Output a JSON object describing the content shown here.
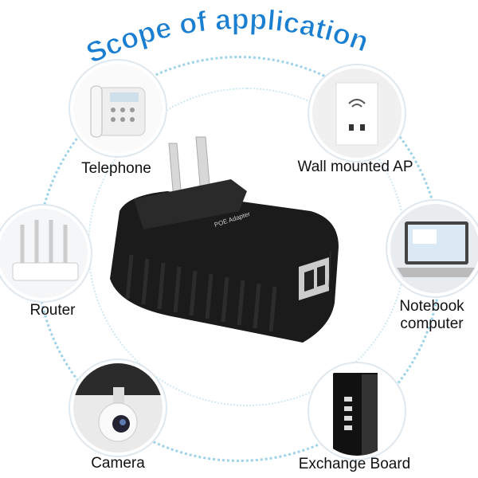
{
  "title": "Scope of application",
  "product": {
    "label": "POE Adapter"
  },
  "applications": [
    {
      "label": "Telephone"
    },
    {
      "label": "Wall mounted AP"
    },
    {
      "label": "Router"
    },
    {
      "label": "Notebook computer",
      "line1": "Notebook",
      "line2": "computer"
    },
    {
      "label": "Camera"
    },
    {
      "label": "Exchange Board"
    }
  ],
  "colors": {
    "title": "#1a7fd0",
    "ring": "#9fd3e8"
  }
}
